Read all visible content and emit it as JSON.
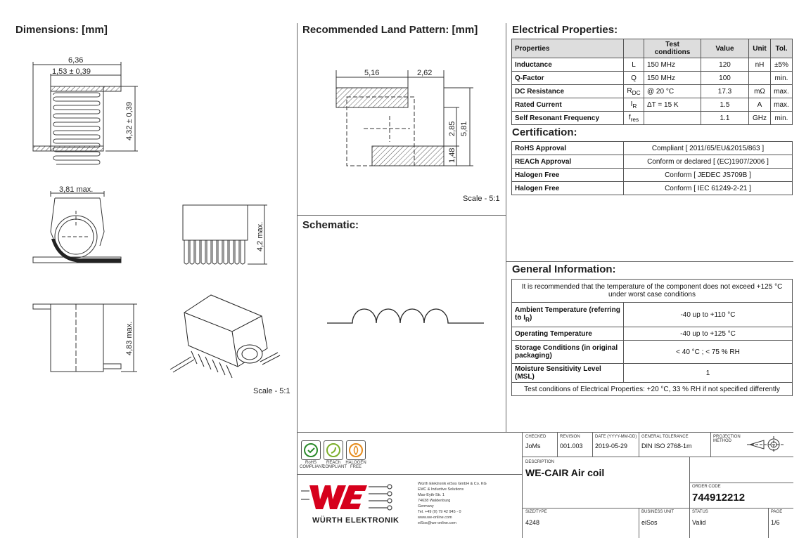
{
  "sections": {
    "dimensions": "Dimensions: [mm]",
    "land_pattern": "Recommended Land Pattern: [mm]",
    "electrical": "Electrical Properties:",
    "certification": "Certification:",
    "schematic": "Schematic:",
    "general": "General Information:"
  },
  "dims": {
    "d636": "6,36",
    "d153": "1,53 ± 0,39",
    "d432": "4,32 ± 0,39",
    "d381": "3,81 max.",
    "d42": "4,2 max.",
    "d483": "4,83 max.",
    "scale": "Scale - 5:1"
  },
  "land": {
    "d516": "5,16",
    "d262": "2,62",
    "d285": "2,85",
    "d581": "5,81",
    "d148": "1,48",
    "scale": "Scale - 5:1"
  },
  "electrical": {
    "headers": [
      "Properties",
      "",
      "Test conditions",
      "Value",
      "Unit",
      "Tol."
    ],
    "rows": [
      {
        "prop": "Inductance",
        "sym": "L",
        "cond": "150 MHz",
        "value": "120",
        "unit": "nH",
        "tol": "±5%"
      },
      {
        "prop": "Q-Factor",
        "sym": "Q",
        "cond": "150 MHz",
        "value": "100",
        "unit": "",
        "tol": "min."
      },
      {
        "prop": "DC Resistance",
        "sym": "R",
        "sym_sub": "DC",
        "cond": "@ 20 °C",
        "value": "17.3",
        "unit": "mΩ",
        "tol": "max."
      },
      {
        "prop": "Rated Current",
        "sym": "I",
        "sym_sub": "R",
        "cond": "ΔT = 15 K",
        "value": "1.5",
        "unit": "A",
        "tol": "max."
      },
      {
        "prop": "Self Resonant Frequency",
        "sym": "f",
        "sym_sub": "res",
        "cond": "",
        "value": "1.1",
        "unit": "GHz",
        "tol": "min."
      }
    ]
  },
  "certification": [
    {
      "label": "RoHS Approval",
      "value": "Compliant [ 2011/65/EU&2015/863 ]"
    },
    {
      "label": "REACh Approval",
      "value": "Conform or declared [ (EC)1907/2006 ]"
    },
    {
      "label": "Halogen Free",
      "value": "Conform [ JEDEC JS709B ]"
    },
    {
      "label": "Halogen Free",
      "value": "Conform [ IEC 61249-2-21 ]"
    }
  ],
  "general": {
    "note": "It is recommended that the temperature of the component does not exceed +125 °C under worst case conditions",
    "rows": [
      {
        "label": "Ambient Temperature (referring to I",
        "label_sub": "R",
        "label_end": ")",
        "value": "-40 up to +110 °C"
      },
      {
        "label": "Operating Temperature",
        "value": "-40 up to +125 °C"
      },
      {
        "label": "Storage Conditions (in original packaging)",
        "value": "< 40 °C ; < 75 % RH"
      },
      {
        "label": "Moisture Sensitivity Level (MSL)",
        "value": "1"
      }
    ],
    "footer": "Test conditions of Electrical Properties: +20 °C, 33 % RH if not specified differently"
  },
  "title_block": {
    "cert_labels": [
      "RoHS COMPLIANT",
      "REACh COMPLIANT",
      "HALOGEN FREE"
    ],
    "checked_label": "CHECKED",
    "checked": "JoMs",
    "revision_label": "REVISION",
    "revision": "001.003",
    "date_label": "DATE (YYYY-MM-DD)",
    "date": "2019-05-29",
    "tolerance_label": "GENERAL TOLERANCE",
    "tolerance": "DIN ISO 2768-1m",
    "projection_label": "PROJECTION METHOD",
    "description_label": "DESCRIPTION",
    "description": "WE-CAIR Air coil",
    "order_label": "ORDER CODE",
    "order_code": "744912212",
    "size_label": "SIZE/TYPE",
    "size": "4248",
    "bu_label": "BUSINESS UNIT",
    "bu": "eiSos",
    "status_label": "STATUS",
    "status": "Valid",
    "page_label": "PAGE",
    "page": "1/6",
    "company_name": "WÜRTH ELEKTRONIK",
    "address": [
      "Würth Elektronik eiSos GmbH & Co. KG",
      "EMC & Inductive Solutions",
      "Max-Eyth-Str. 1",
      "74638 Waldenburg",
      "Germany",
      "Tel. +49 (0) 79 42 945 - 0",
      "www.we-online.com",
      "eiSos@we-online.com"
    ]
  },
  "colors": {
    "hatch": "#444",
    "grid": "#666",
    "header_bg": "#dddddd",
    "logo_red": "#d6001c"
  }
}
